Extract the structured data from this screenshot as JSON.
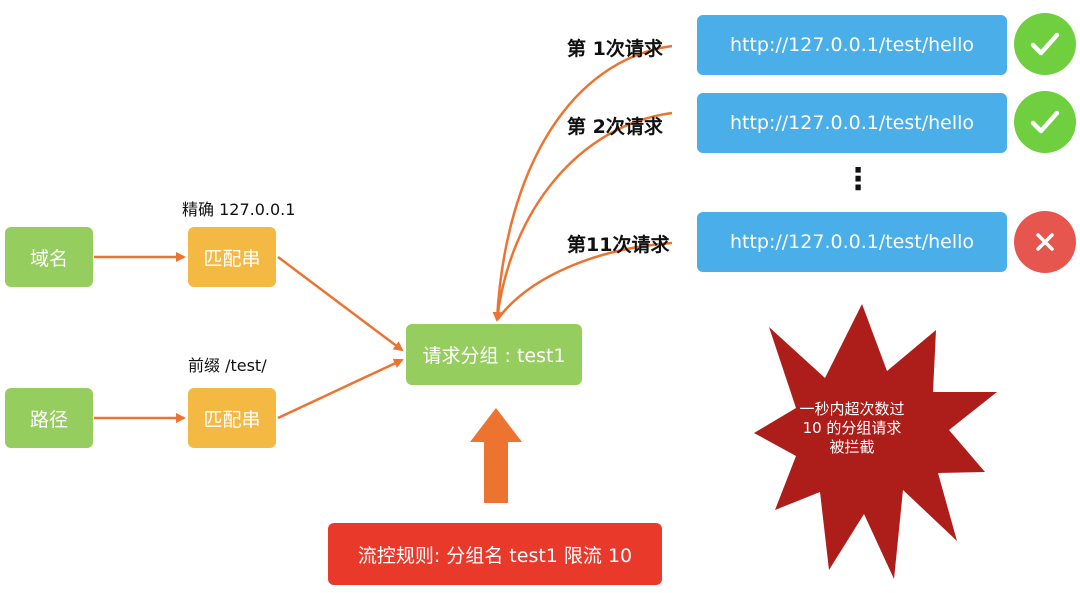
{
  "source_nodes": {
    "domain": "域名",
    "path": "路径"
  },
  "matchers": {
    "exact_label": "精确 127.0.0.1",
    "exact_box": "匹配串",
    "prefix_label": "前缀 /test/",
    "prefix_box": "匹配串"
  },
  "group": {
    "label": "请求分组 : test1"
  },
  "rule": {
    "label": "流控规则: 分组名 test1 限流 10"
  },
  "requests": [
    {
      "label": "第 1次请求",
      "url": "http://127.0.0.1/test/hello",
      "result": "check-icon"
    },
    {
      "label": "第 2次请求",
      "url": "http://127.0.0.1/test/hello",
      "result": "check-icon"
    },
    {
      "label": "第11次请求",
      "url": "http://127.0.0.1/test/hello",
      "result": "cross-icon"
    }
  ],
  "ellipsis": "⋮",
  "burst": {
    "line1": "一秒内超次数过",
    "line2": "10 的分组请求",
    "line3": "被拦截"
  },
  "colors": {
    "green_box": "#96cd5f",
    "orange_box": "#f4b942",
    "blue_box": "#4aaee8",
    "red_box": "#e8392a",
    "arrow": "#ed7430",
    "burst": "#ad1e1a",
    "ok": "#6fcf3f",
    "fail": "#e6564f"
  }
}
